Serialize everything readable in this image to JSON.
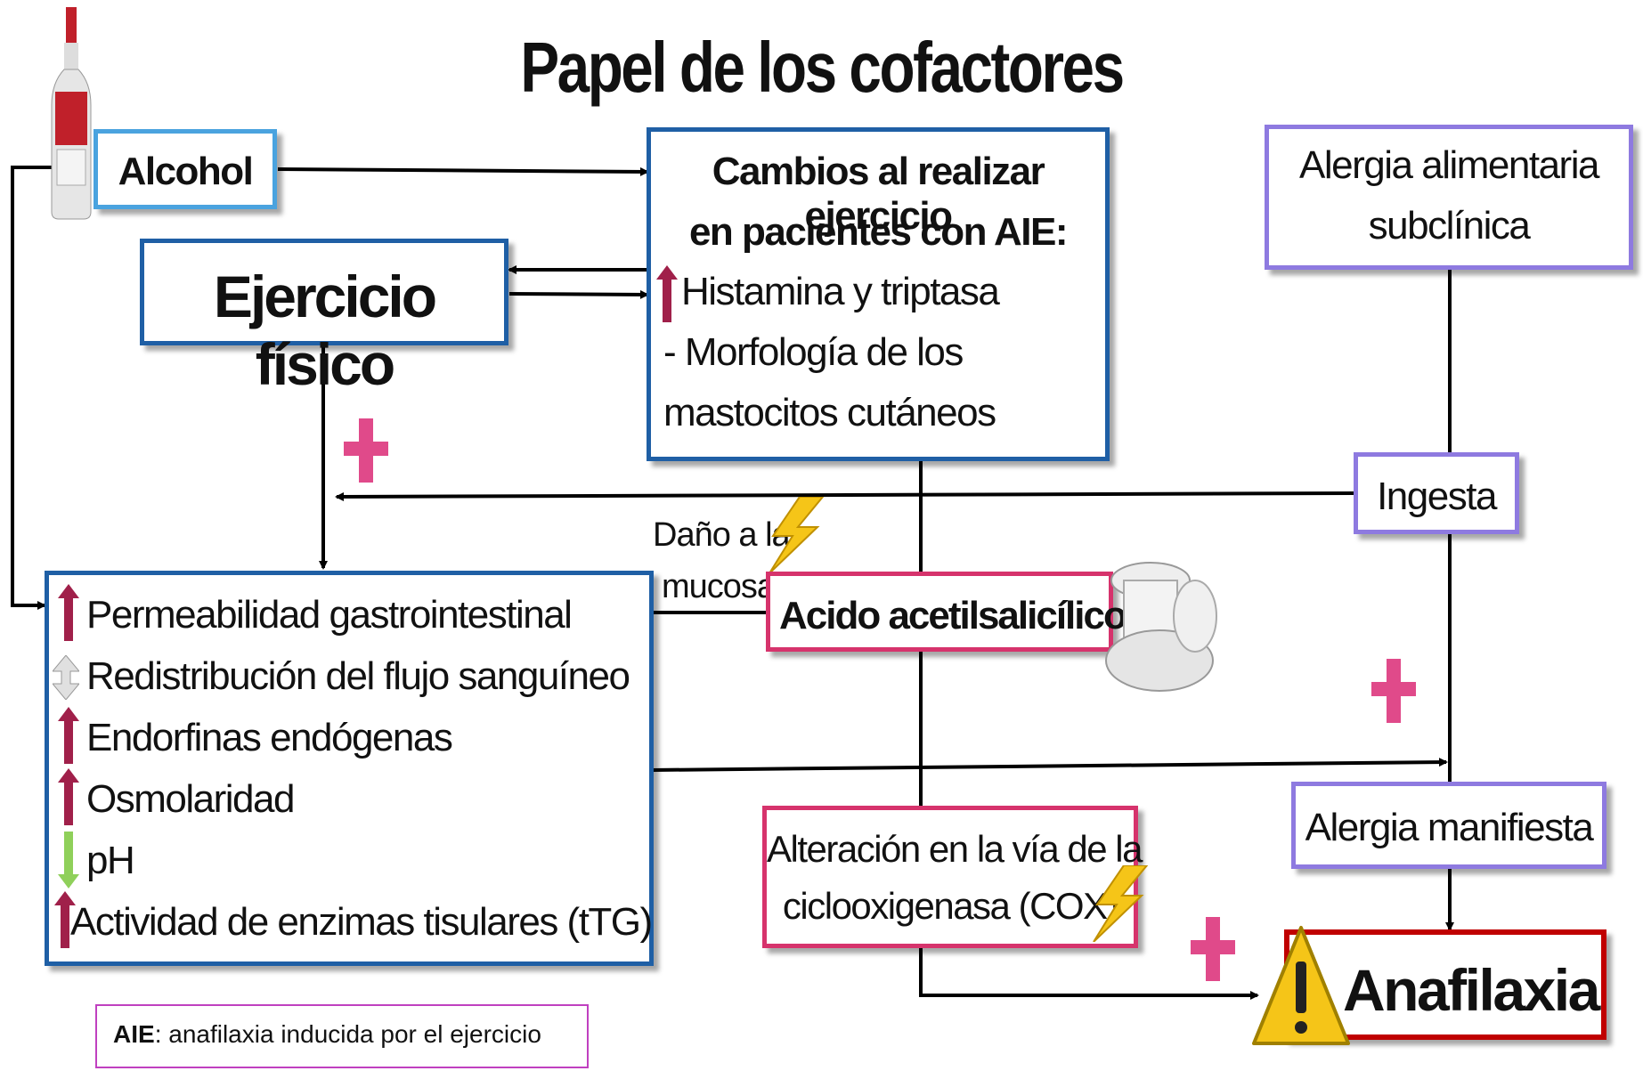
{
  "title": "Papel de los cofactores",
  "alcohol": "Alcohol",
  "ejercicio": "Ejercicio físico",
  "cambios": {
    "heading_line1": "Cambios al realizar ejercicio",
    "heading_line2": "en pacientes con AIE:",
    "item1": "Histamina y triptasa",
    "item2": "- Morfología de los",
    "item3": "mastocitos cutáneos"
  },
  "alergia_sub": {
    "line1": "Alergia alimentaria",
    "line2": "subclínica"
  },
  "ingesta": "Ingesta",
  "dano": {
    "line1": "Daño a la",
    "line2": "mucosa"
  },
  "acido": "Acido acetilsalicílico",
  "effects": [
    {
      "icon": "up-arrow-icon",
      "text": "Permeabilidad gastrointestinal"
    },
    {
      "icon": "updown-arrow-icon",
      "text": "Redistribución del flujo sanguíneo"
    },
    {
      "icon": "up-arrow-icon",
      "text": "Endorfinas endógenas"
    },
    {
      "icon": "up-arrow-icon",
      "text": "Osmolaridad"
    },
    {
      "icon": "down-arrow-icon",
      "text": "pH"
    },
    {
      "icon": "up-arrow-icon",
      "text": "Actividad de enzimas tisulares (tTG)"
    }
  ],
  "cox": {
    "line1": "Alteración en la vía de la",
    "line2": "ciclooxigenasa (COX)"
  },
  "alergia_man": "Alergia manifiesta",
  "anafilaxia": "Anafilaxia",
  "footnote": {
    "bold": "AIE",
    "rest": ": anafilaxia inducida por el ejercicio"
  },
  "colors": {
    "blue": "#1f5fa5",
    "purple": "#8e7ae0",
    "pink": "#d6336c",
    "red": "#c00000",
    "plus": "#e04a8a",
    "arrow_up": "#a0204a",
    "arrow_down": "#8fd05a"
  }
}
